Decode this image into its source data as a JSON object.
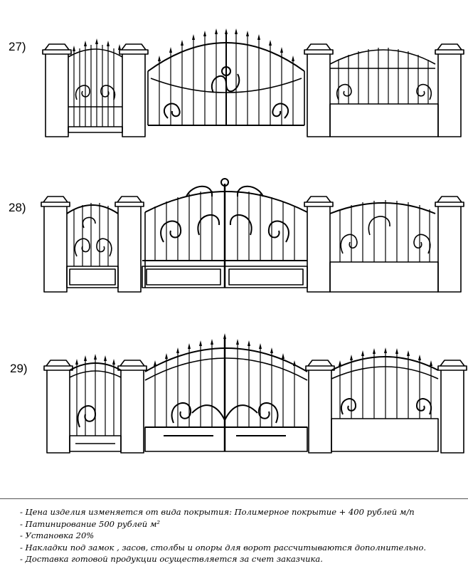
{
  "colors": {
    "ink": "#000000",
    "background": "#ffffff"
  },
  "designs": [
    {
      "id": "27",
      "label": "27)"
    },
    {
      "id": "28",
      "label": "28)"
    },
    {
      "id": "29",
      "label": "29)"
    }
  ],
  "notes": [
    "- Цена изделия изменяется от вида покрытия: Полимерное  покрытие + 400 рублей м/п",
    "- Патинирование 500 рублей м²",
    "- Установка 20%",
    "- Накладки под замок , засов, столбы и опоры для ворот рассчитываются дополнительно.",
    "- Доставка готовой продукции осуществляется за счет заказчика."
  ]
}
